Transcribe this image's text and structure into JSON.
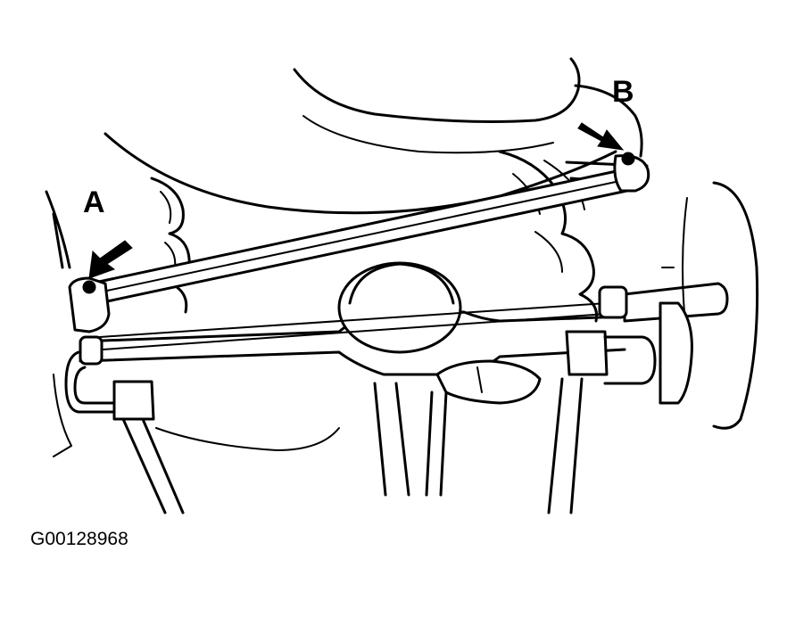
{
  "diagram": {
    "callouts": {
      "a": "A",
      "b": "B"
    },
    "figure_id": "G00128968"
  }
}
